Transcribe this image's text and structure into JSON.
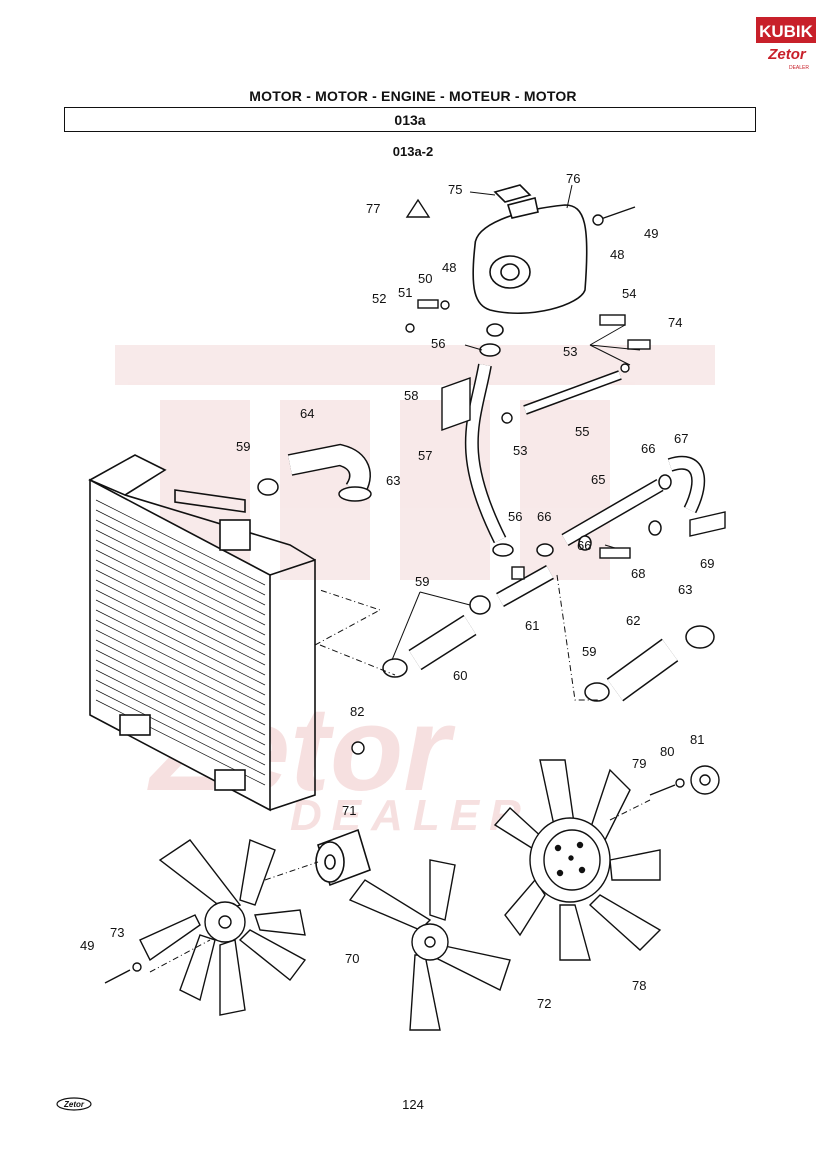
{
  "logo": {
    "brand": "KUBIK",
    "sub": "Zetor",
    "tag": "DEALER"
  },
  "header": {
    "title": "MOTOR - MOTOR - ENGINE - MOTEUR - MOTOR"
  },
  "section": {
    "code": "013a",
    "subcode": "013a-2"
  },
  "watermark": {
    "text": "DEALER"
  },
  "footer": {
    "page_number": "124",
    "brand": "Zetor"
  },
  "callouts": [
    "75",
    "76",
    "77",
    "49",
    "48",
    "48",
    "50",
    "51",
    "52",
    "54",
    "74",
    "53",
    "56",
    "58",
    "64",
    "55",
    "53",
    "59",
    "63",
    "57",
    "65",
    "66",
    "67",
    "56",
    "66",
    "66",
    "68",
    "69",
    "59",
    "61",
    "60",
    "62",
    "63",
    "59",
    "82",
    "81",
    "80",
    "79",
    "71",
    "70",
    "49",
    "73",
    "72",
    "78"
  ],
  "colors": {
    "logo_red": "#c8202a",
    "watermark": "#f3d8d8",
    "ink": "#111111"
  }
}
